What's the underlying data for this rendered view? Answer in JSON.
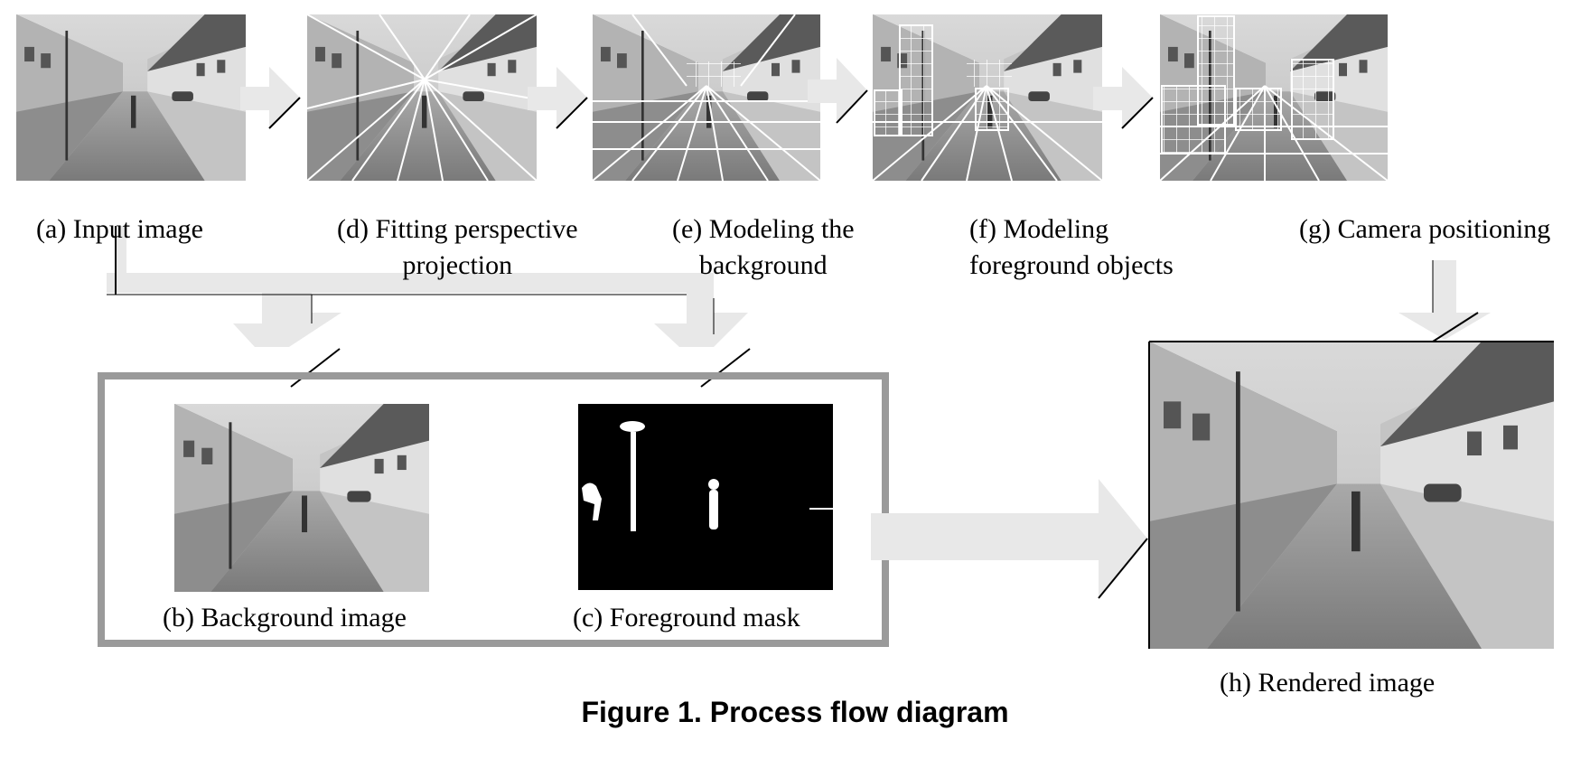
{
  "captions": {
    "a": "(a) Input image",
    "d_line1": "(d) Fitting perspective",
    "d_line2": "projection",
    "e_line1": "(e) Modeling the",
    "e_line2": "background",
    "f_line1": "(f) Modeling",
    "f_line2": "foreground objects",
    "g": "(g) Camera positioning",
    "b": "(b) Background image",
    "c": "(c) Foreground mask",
    "h": "(h) Rendered image"
  },
  "figure_title": "Figure 1. Process flow diagram",
  "colors": {
    "arrow_fill": "#e8e8e8",
    "arrow_stroke": "#000000",
    "frame": "#9a9a9a",
    "mask_bg": "#000000",
    "mask_fg": "#ffffff",
    "photo_gray": "#9a9a9a"
  }
}
